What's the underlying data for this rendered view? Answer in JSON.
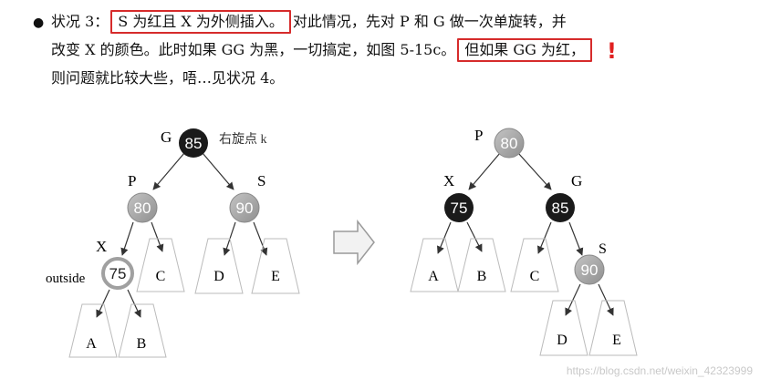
{
  "text": {
    "line1": {
      "bullet": "●",
      "prefix": "状况 3：",
      "boxed": "S 为红且 X 为外侧插入。",
      "rest": "对此情况，先对 P 和 G 做一次单旋转，并"
    },
    "line2": {
      "text": "改变 X 的颜色。此时如果 GG 为黑，一切搞定，如图 5-15c。",
      "boxed": "但如果 GG 为红，",
      "exclaim": "!"
    },
    "line3": {
      "text": "则问题就比较大些，唔…见状况 4。"
    }
  },
  "colors": {
    "black_node": "#1a1a1a",
    "red_node": "#a9a9a9",
    "highlight_box": "#d62b2b",
    "exclaim": "#e02020"
  },
  "left_tree": {
    "nodes": [
      {
        "id": "G",
        "label": "G",
        "value": "85",
        "color": "black"
      },
      {
        "id": "P",
        "label": "P",
        "value": "80",
        "color": "red"
      },
      {
        "id": "S",
        "label": "S",
        "value": "90",
        "color": "red"
      },
      {
        "id": "X",
        "label": "X",
        "value": "75",
        "color": "red",
        "note": "outside"
      }
    ],
    "annotation": "右旋点 k",
    "subtrees": [
      "C",
      "D",
      "E",
      "A",
      "B"
    ]
  },
  "arrow": "right-arrow-icon",
  "right_tree": {
    "nodes": [
      {
        "id": "P",
        "label": "P",
        "value": "80",
        "color": "red"
      },
      {
        "id": "X",
        "label": "X",
        "value": "75",
        "color": "black"
      },
      {
        "id": "G",
        "label": "G",
        "value": "85",
        "color": "black"
      },
      {
        "id": "S",
        "label": "S",
        "value": "90",
        "color": "red"
      }
    ],
    "subtrees": [
      "A",
      "B",
      "C",
      "D",
      "E"
    ]
  },
  "watermark": "https://blog.csdn.net/weixin_42323999"
}
